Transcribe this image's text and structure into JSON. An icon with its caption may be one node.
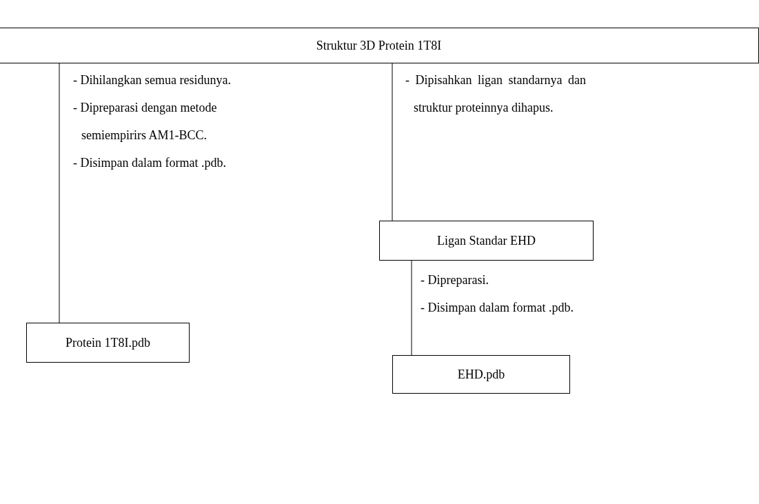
{
  "diagram": {
    "nodes": [
      {
        "text": [
          "Struktur 3D Protein 1T8I"
        ]
      },
      {
        "text": [
          "Protein 1T8I.pdb"
        ]
      },
      {
        "text": [
          "Ligan Standar EHD"
        ]
      },
      {
        "text": [
          "EHD.pdb"
        ]
      }
    ],
    "edges": [
      {
        "from": 0,
        "to": 1,
        "arrow": "none"
      },
      {
        "from": 0,
        "to": 2,
        "arrow": "none"
      },
      {
        "from": 2,
        "to": 3,
        "arrow": "none"
      }
    ],
    "labels": [
      "- Dihilangkan semua residunya.",
      "- Dipreparasi dengan metode semiempirirs AM1-BCC.",
      "- Disimpan dalam format .pdb.",
      "- Dipisahkan ligan standarnya dan struktur proteinnya dihapus.",
      "- Dipreparasi.",
      "- Disimpan dalam format .pdb."
    ]
  }
}
